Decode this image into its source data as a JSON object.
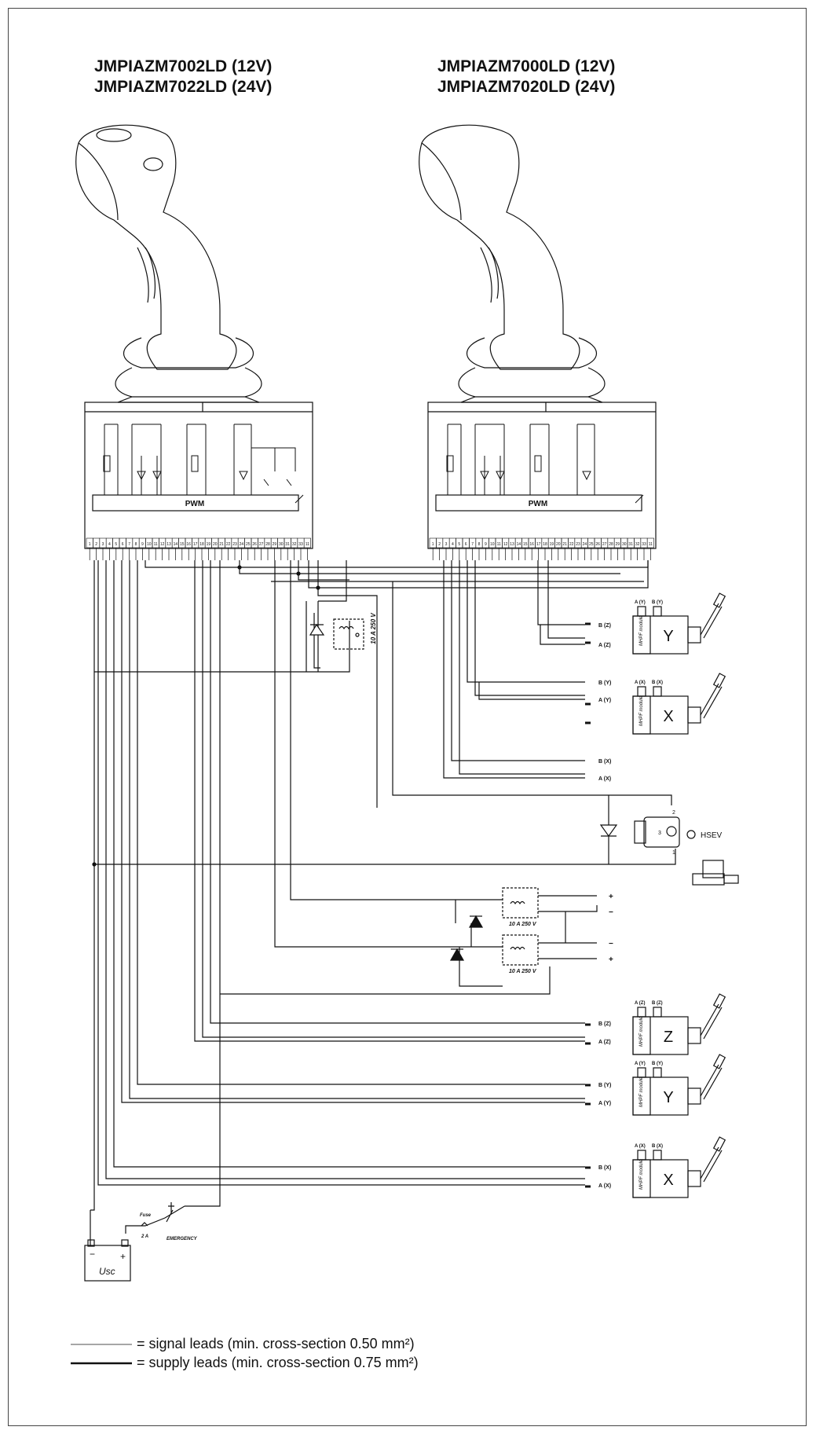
{
  "joysticks": {
    "left": {
      "model_12v": "JMPIAZM7002LD (12V)",
      "model_24v": "JMPIAZM7022LD (24V)",
      "pwm_label": "PWM"
    },
    "right": {
      "model_12v": "JMPIAZM7000LD (12V)",
      "model_24v": "JMPIAZM7020LD (24V)",
      "pwm_label": "PWM"
    },
    "terminals_left": [
      "1",
      "2",
      "3",
      "4",
      "5",
      "6",
      "7",
      "8",
      "9",
      "10",
      "11",
      "12",
      "13",
      "14",
      "15",
      "16",
      "17",
      "18",
      "19",
      "20",
      "21",
      "22",
      "23",
      "24",
      "25",
      "26",
      "27",
      "28",
      "29",
      "30",
      "31",
      "32",
      "33",
      "11"
    ],
    "terminals_right": [
      "1",
      "2",
      "3",
      "4",
      "5",
      "6",
      "7",
      "8",
      "9",
      "10",
      "11",
      "12",
      "13",
      "14",
      "15",
      "16",
      "17",
      "18",
      "19",
      "20",
      "21",
      "22",
      "23",
      "24",
      "25",
      "26",
      "27",
      "28",
      "29",
      "30",
      "31",
      "32",
      "33",
      "11"
    ]
  },
  "relays": {
    "relay_main": "10 A 250 V",
    "relay_upper": "10 A 250 V",
    "relay_lower": "10 A 250 V"
  },
  "valves": [
    {
      "axis": "Y",
      "port_a": "A (Y)",
      "port_b": "B (Y)",
      "module_label": "MHPF module",
      "group": "right"
    },
    {
      "axis": "X",
      "port_a": "A (X)",
      "port_b": "B (X)",
      "module_label": "MHPF module",
      "group": "right"
    },
    {
      "axis": "Z",
      "port_a": "A (Z)",
      "port_b": "B (Z)",
      "module_label": "MHPF module",
      "group": "left"
    },
    {
      "axis": "Y",
      "port_a": "A (Y)",
      "port_b": "B (Y)",
      "module_label": "MHPF module",
      "group": "left"
    },
    {
      "axis": "X",
      "port_a": "A (X)",
      "port_b": "B (X)",
      "module_label": "MHPF module",
      "group": "left"
    }
  ],
  "connector_labels": {
    "right_z_b": "B (Z)",
    "right_z_a": "A (Z)",
    "right_y_b": "B (Y)",
    "right_y_a": "A (Y)",
    "right_x_b": "B (X)",
    "right_x_a": "A (X)",
    "left_z_b": "B (Z)",
    "left_z_a": "A (Z)",
    "left_y_b": "B (Y)",
    "left_y_a": "A (Y)",
    "left_x_b": "B (X)",
    "left_x_a": "A (X)"
  },
  "hsev": {
    "label": "HSEV",
    "pin_top": "2",
    "pin_bottom": "1",
    "pin_side": "3"
  },
  "relay_outputs": {
    "plus": "+",
    "minus": "−"
  },
  "battery": {
    "minus": "−",
    "plus": "+",
    "label": "Usc"
  },
  "fuse": {
    "label": "Fuse",
    "rating": "2 A"
  },
  "emergency": {
    "label": "EMERGENCY"
  },
  "legend": {
    "signal": "= signal leads (min. cross-section 0.50 mm²)",
    "supply": "= supply leads (min. cross-section 0.75 mm²)"
  },
  "colors": {
    "line": "#111111",
    "background": "#ffffff",
    "frame": "#444444"
  }
}
